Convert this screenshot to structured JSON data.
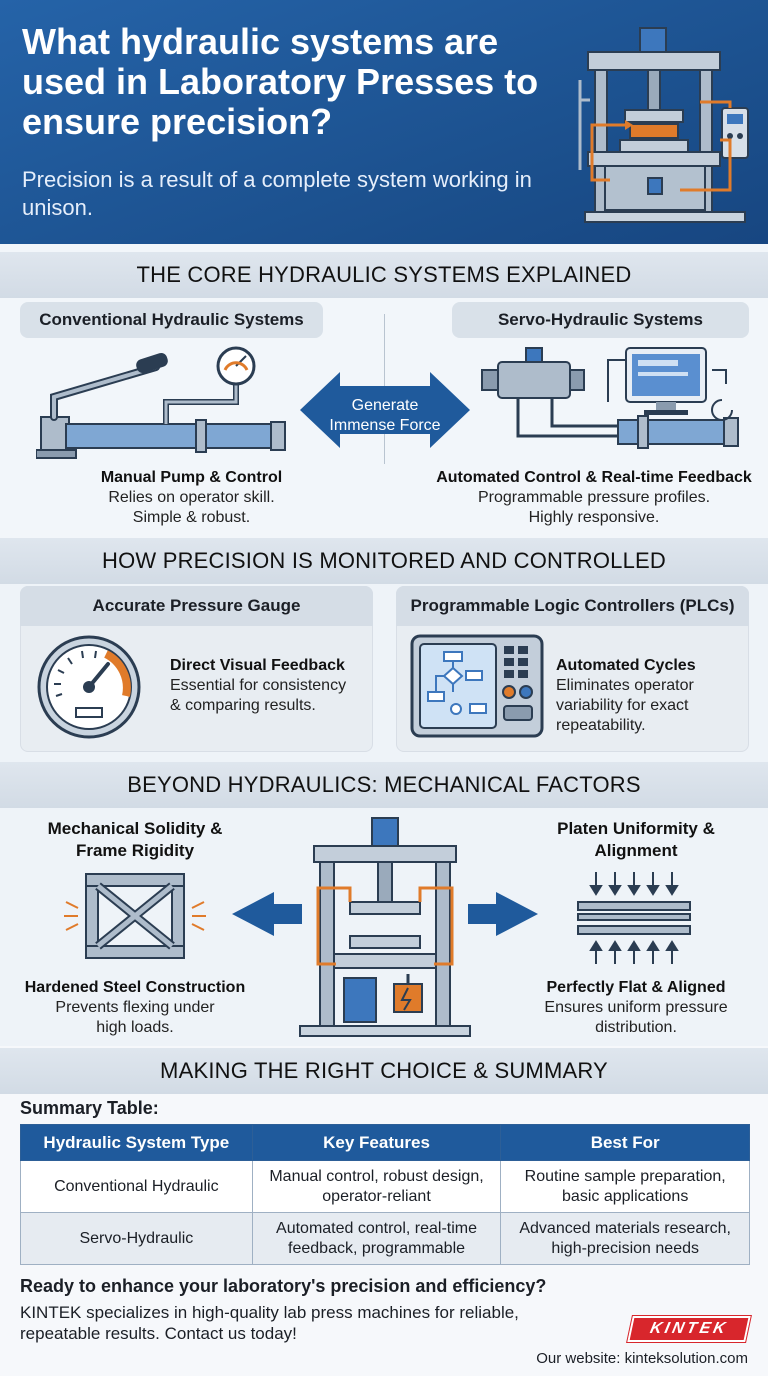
{
  "header": {
    "title": "What hydraulic systems are used in Laboratory Presses to ensure precision?",
    "subtitle": "Precision is a result of a complete system working in unison."
  },
  "section1": {
    "title": "THE CORE HYDRAULIC SYSTEMS EXPLAINED",
    "left_label": "Conventional Hydraulic Systems",
    "right_label": "Servo-Hydraulic Systems",
    "center_line1": "Generate",
    "center_line2": "Immense Force",
    "left_caption_title": "Manual Pump & Control",
    "left_caption_line1": "Relies on operator skill.",
    "left_caption_line2": "Simple & robust.",
    "right_caption_title": "Automated Control & Real-time Feedback",
    "right_caption_line1": "Programmable pressure profiles.",
    "right_caption_line2": "Highly responsive."
  },
  "section2": {
    "title": "HOW PRECISION IS MONITORED AND CONTROLLED",
    "left_label": "Accurate Pressure Gauge",
    "left_caption_title": "Direct Visual Feedback",
    "left_caption_line1": "Essential for consistency",
    "left_caption_line2": "& comparing results.",
    "right_label": "Programmable Logic Controllers (PLCs)",
    "right_caption_title": "Automated Cycles",
    "right_caption_line1": "Eliminates operator",
    "right_caption_line2": "variability for exact",
    "right_caption_line3": "repeatability."
  },
  "section3": {
    "title": "BEYOND HYDRAULICS: MECHANICAL FACTORS",
    "left_title_line1": "Mechanical Solidity &",
    "left_title_line2": "Frame Rigidity",
    "left_caption_title": "Hardened Steel Construction",
    "left_caption_line1": "Prevents flexing under",
    "left_caption_line2": "high loads.",
    "right_title_line1": "Platen Uniformity &",
    "right_title_line2": "Alignment",
    "right_caption_title": "Perfectly Flat & Aligned",
    "right_caption_line1": "Ensures uniform pressure",
    "right_caption_line2": "distribution."
  },
  "section4": {
    "title": "MAKING THE RIGHT CHOICE & SUMMARY",
    "table_label": "Summary Table:",
    "columns": [
      "Hydraulic System Type",
      "Key Features",
      "Best For"
    ],
    "rows": [
      {
        "type": "Conventional Hydraulic",
        "features_line1": "Manual control, robust design,",
        "features_line2": "operator-reliant",
        "best_line1": "Routine sample preparation,",
        "best_line2": "basic applications"
      },
      {
        "type": "Servo-Hydraulic",
        "features_line1": "Automated control, real-time",
        "features_line2": "feedback, programmable",
        "best_line1": "Advanced materials research,",
        "best_line2": "high-precision needs"
      }
    ]
  },
  "footer": {
    "cta_title": "Ready to enhance your laboratory's precision and efficiency?",
    "cta_line1": "KINTEK specializes in high-quality lab press machines for reliable,",
    "cta_line2": "repeatable results. Contact us today!",
    "logo_text": "KINTEK",
    "website": "Our website: kinteksolution.com"
  },
  "colors": {
    "brand_blue": "#1f5a9c",
    "accent_orange": "#e07b2a",
    "logo_red": "#d8262c"
  }
}
